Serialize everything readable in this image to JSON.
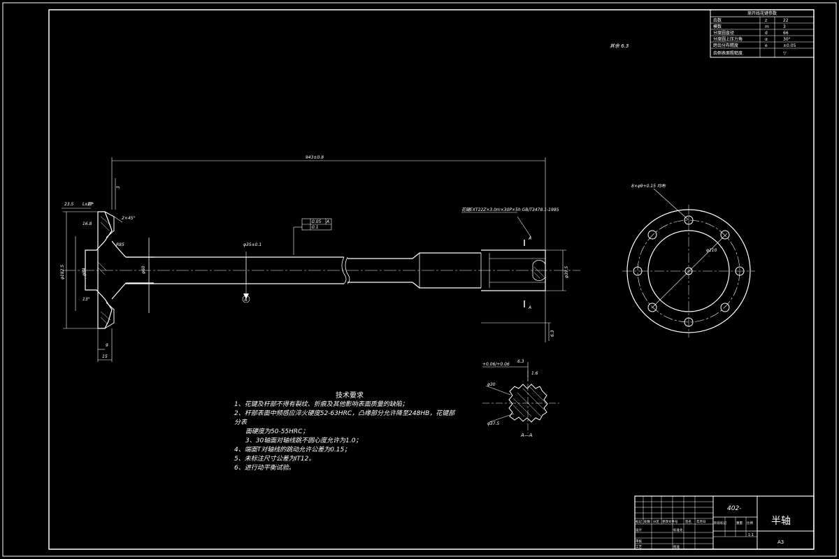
{
  "colors": {
    "background": "#000000",
    "line": "#ffffff",
    "dim": "#e8e8e8"
  },
  "gear_table": {
    "title": "渐开线花键参数",
    "rows": [
      {
        "name": "齿数",
        "sym": "z",
        "val": "22"
      },
      {
        "name": "模数",
        "sym": "m",
        "val": "3"
      },
      {
        "name": "分度圆直径",
        "sym": "d",
        "val": "66"
      },
      {
        "name": "分度圆上压力角",
        "sym": "α",
        "val": "30°"
      },
      {
        "name": "跨齿分布精度",
        "sym": "e",
        "val": "±0.05"
      },
      {
        "name": "齿侧表面粗糙度",
        "sym": "",
        "val": "▽"
      }
    ]
  },
  "roughness_note": "其余 6.3",
  "dims": {
    "overall_length": "943±0.8",
    "shaft_dia": "φ35±0.1",
    "flange_dia": "φ182.5",
    "hub_dia": "φ84",
    "bore_dia": "φ60",
    "end_dia": "φ39.5",
    "chamfer": "2×45°",
    "radius": "R85",
    "angle": "13°",
    "dim_15": "15",
    "dim_9": "9",
    "dim_3": "3",
    "dim_10": "16.8",
    "dim_23": "23.5",
    "lx": "Lx翻*",
    "bolt_holes": "8×φ9+0.15 均布",
    "pcd": "φ110",
    "spline_label": "花键EXT22Z×3.0m×30P×5h GB/T3478.1-1995",
    "tol_1": "0.05",
    "tol_1_ref": "A",
    "tol_2": "0.1",
    "section_mark": "A",
    "datum": "A",
    "small_dims": [
      "6.3",
      "1.6"
    ],
    "sec_d1": "φ30",
    "sec_d2": "φ37.5",
    "sec_dim": "+0.06/+0.06"
  },
  "section_label": "A—A",
  "tech_notes": {
    "title": "技术要求",
    "items": [
      "1、花键及杆部不得有裂纹、折痕及其他影响表面质量的缺陷；",
      "2、杆部表面中频感应淬火硬度52-63HRC，凸缘部分允许降至248HB，花键部",
      "分表",
      "面硬度为50-55HRC；",
      "3、30轴面对轴线跳不圆心度允许为1.0；",
      "4、端面T对轴线的跳动允许公差为0.15；",
      "5、未标注尺寸公差为IT12。",
      "6、进行动平衡试验。"
    ]
  },
  "title_block": {
    "drawing_no": "402-",
    "part_name": "半轴",
    "scale": "1:1",
    "sheet": "A3",
    "cells": [
      "标记",
      "处数",
      "分区",
      "更改文件号",
      "签名",
      "年月日",
      "设计",
      "标准化",
      "阶段标记",
      "重量",
      "比例",
      "审核",
      "工艺",
      "批准"
    ]
  }
}
